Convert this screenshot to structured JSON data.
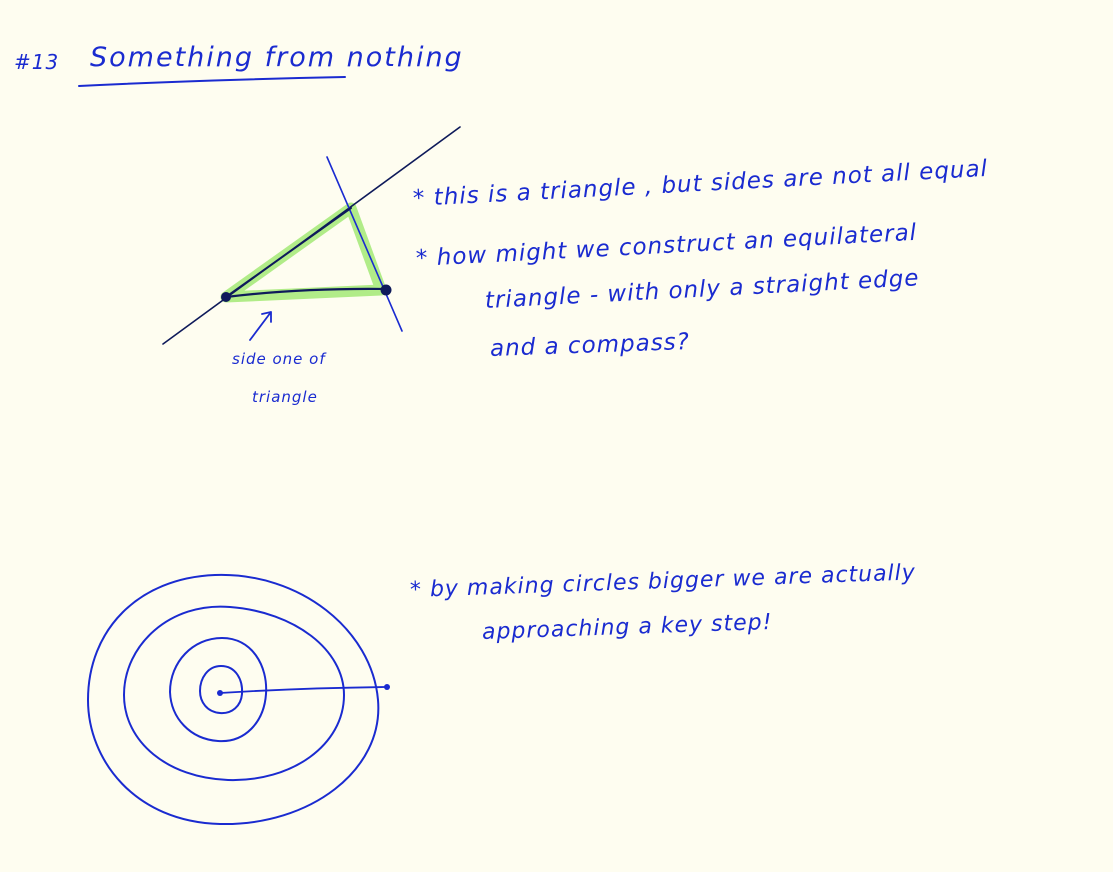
{
  "page": {
    "background_color": "#fefdf0",
    "ink_color": "#1a2bd0",
    "highlight_color": "#a9ea7c",
    "dark_ink_color": "#0e1a5a"
  },
  "title": {
    "number": "#13",
    "text": "Something from nothing"
  },
  "triangle_section": {
    "label_line1": "side one of",
    "label_line2": "triangle",
    "notes": [
      "* this is a triangle , but sides are not all equal",
      "* how might we construct an equilateral",
      "triangle - with only a straight edge",
      "and a compass?"
    ]
  },
  "circles_section": {
    "notes": [
      "* by making circles bigger we are actually",
      "approaching a key step!"
    ]
  }
}
